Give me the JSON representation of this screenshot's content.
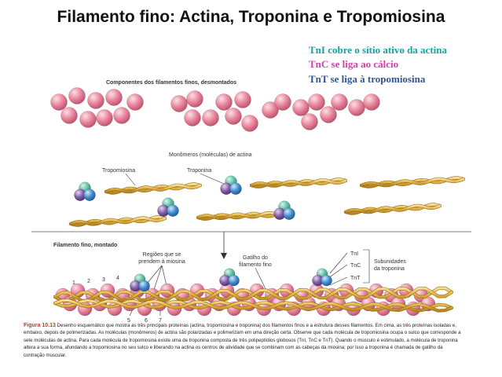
{
  "title": "Filamento fino: Actina, Troponina e Tropomiosina",
  "legend": {
    "tni": "TnI cobre o sítio ativo da actina",
    "tnc": "TnC se liga ao cálcio",
    "tnt": "TnT se liga à tropomiosina"
  },
  "labels": {
    "components": "Componentes dos filamentos finos, desmontados",
    "monomers": "Monômeros (moléculas) de actina",
    "tropomyosin": "Tropomiosina",
    "troponin": "Troponina",
    "assembled": "Filamento fino, montado",
    "myosin_regions_1": "Regiões que se",
    "myosin_regions_2": "prendem à miosina",
    "trigger_1": "Gatilho do",
    "trigger_2": "filamento fino",
    "tni_small": "TnI",
    "tnc_small": "TnC",
    "tnt_small": "TnT",
    "subunits_1": "Subunidades",
    "subunits_2": "da troponina",
    "n1": "1",
    "n2": "2",
    "n3": "3",
    "n4": "4",
    "n5": "5",
    "n6": "6",
    "n7": "7"
  },
  "caption": {
    "figure": "Figura 10.13",
    "text": "Desenho esquemático que mostra as três principais proteínas (actina, tropomiosina e troponina) dos filamentos finos e a estrutura desses filamentos. Em cima, as três proteínas isoladas e, embaixo, depois de polimerizadas. As moléculas (monômeros) de actina são polarizadas e polimerizam em uma direção certa. Observe que cada molécula de tropomiosina ocupa o sulco que corresponde a sete moléculas de actina. Para cada molécula de tropomiosina existe uma de troponina composta de três polipeptídios globosos (TnI, TnC e TnT). Quando o músculo é estimulado, a molécula de troponina altera a sua forma, afundando a tropomiosina no seu sulco e liberando na actina os centros de atividade que se combinam com as cabeças da miosina; por isso a troponina é chamada de gatilho da contração muscular."
  },
  "colors": {
    "actin": "#e8839a",
    "tropomyosin": "#e3b446",
    "tni": "#5fc0a8",
    "tnc": "#7e5aa6",
    "tnt": "#3f8ccf"
  }
}
